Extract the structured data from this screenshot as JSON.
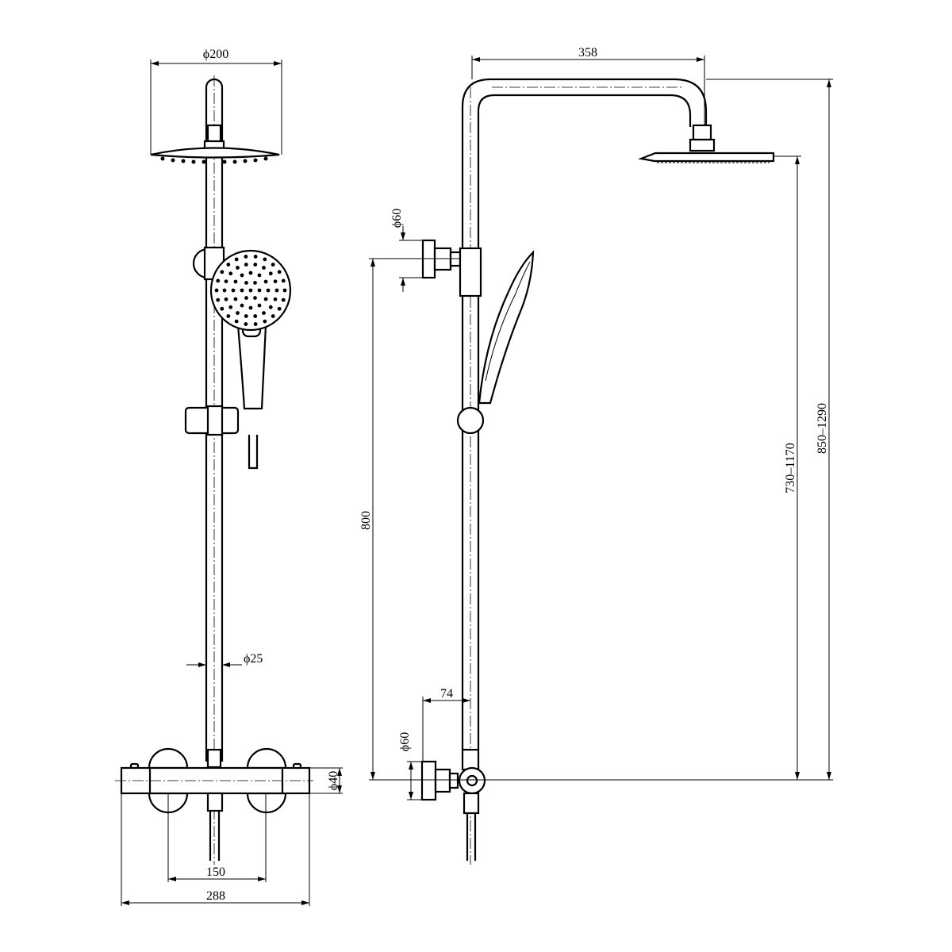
{
  "drawing": {
    "front_view": {
      "head_diameter": "ϕ200",
      "pipe_diameter": "ϕ25",
      "mixer_diameter": "ϕ40",
      "inlet_spacing": "150",
      "mixer_length": "288"
    },
    "side_view": {
      "arm_reach": "358",
      "top_bracket_diameter": "ϕ60",
      "bracket_height": "800",
      "head_height_range": "730–1170",
      "overall_height_range": "850–1290",
      "mixer_offset": "74",
      "bottom_escutcheon_diameter": "ϕ60"
    },
    "colors": {
      "line": "#000000",
      "background": "#ffffff"
    }
  }
}
